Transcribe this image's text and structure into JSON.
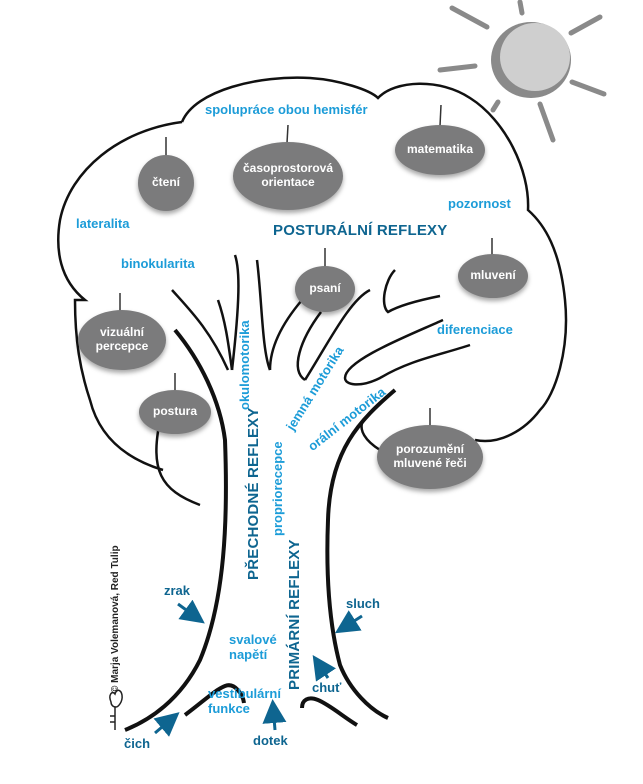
{
  "diagram": {
    "title_sections": {
      "postural": "POSTURÁLNÍ REFLEXY",
      "transitional": "PŘECHODNÉ REFLEXY",
      "primary": "PRIMÁRNÍ REFLEXY"
    },
    "fruits": {
      "cteni": "čtení",
      "casoprostorova_1": "časoprostorová",
      "casoprostorova_2": "orientace",
      "matematika": "matematika",
      "psani": "psaní",
      "mluveni": "mluvení",
      "vizualni_1": "vizuální",
      "vizualni_2": "percepce",
      "postura": "postura",
      "porozumeni_1": "porozumění",
      "porozumeni_2": "mluvené řeči"
    },
    "skills": {
      "spoluprace": "spolupráce obou hemisfér",
      "lateralita": "lateralita",
      "pozornost": "pozornost",
      "binokularita": "binokularita",
      "diferenciace": "diferenciace",
      "okulomotorika": "okulomotorika",
      "jemna_motorika": "jemná motorika",
      "oralni_motorika": "orální motorika",
      "propriorecepce": "propriorecepce",
      "svalove_1": "svalové",
      "svalove_2": "napětí",
      "vestibularni_1": "vestibulární",
      "vestibularni_2": "funkce"
    },
    "senses": {
      "zrak": "zrak",
      "sluch": "sluch",
      "chut": "chuť",
      "dotek": "dotek",
      "cich": "čich"
    },
    "credit": "© Marja Volemanová, Red Tulip",
    "colors": {
      "light_blue": "#1c9cd8",
      "dark_blue": "#0e6590",
      "fruit_gray": "#7b7b7c",
      "sun_gray": "#cfcfcf",
      "sun_edge": "#8a8a8a",
      "outline": "#111111"
    },
    "icons": [
      "sun-icon",
      "tulip-logo-icon",
      "arrow-icon"
    ]
  }
}
